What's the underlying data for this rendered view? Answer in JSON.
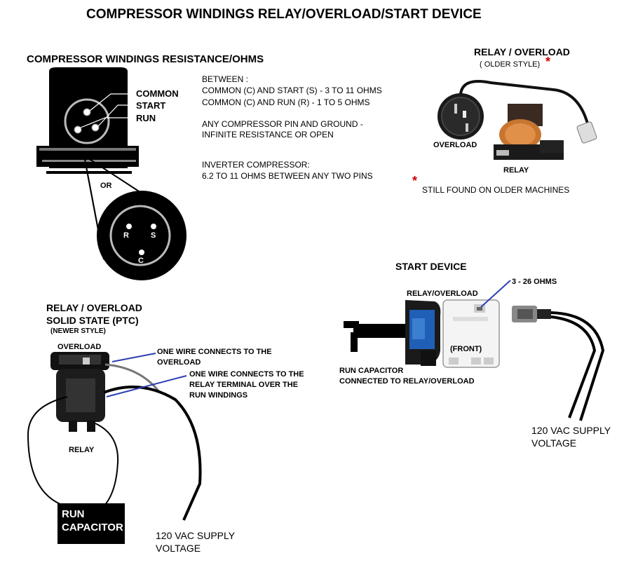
{
  "title": "COMPRESSOR WINDINGS  RELAY/OVERLOAD/START DEVICE",
  "windings": {
    "heading": "COMPRESSOR WINDINGS RESISTANCE/OHMS",
    "pin_labels": {
      "common": "COMMON",
      "start": "START",
      "run": "RUN"
    },
    "or_label": "OR",
    "zoom_pins": {
      "r": "R",
      "s": "S",
      "c": "C"
    },
    "between": "BETWEEN :",
    "spec_start": "COMMON (C) AND START (S) - 3 TO 11 OHMS",
    "spec_run": "COMMON (C) AND RUN (R) - 1 TO 5 OHMS",
    "ground_line1": "ANY COMPRESSOR PIN AND GROUND -",
    "ground_line2": "INFINITE RESISTANCE OR OPEN",
    "inverter_line1": "INVERTER COMPRESSOR:",
    "inverter_line2": "6.2 TO 11 OHMS BETWEEN ANY TWO PINS"
  },
  "old_relay": {
    "heading": "RELAY / OVERLOAD",
    "subheading": "( OLDER STYLE)",
    "star": "*",
    "overload_label": "OVERLOAD",
    "relay_label": "RELAY",
    "note": "STILL FOUND ON OLDER MACHINES"
  },
  "start_device": {
    "heading": "START DEVICE",
    "relay_overload_label": "RELAY/OVERLOAD",
    "ohms_label": "3 - 26 OHMS",
    "front_label": "(FRONT)",
    "run_cap_line1": "RUN CAPACITOR",
    "run_cap_line2": "CONNECTED  TO RELAY/OVERLOAD",
    "supply_line1": "120 VAC SUPPLY",
    "supply_line2": "VOLTAGE"
  },
  "ptc": {
    "heading_line1": "RELAY / OVERLOAD",
    "heading_line2": "SOLID STATE (PTC)",
    "subheading": "(NEWER STYLE)",
    "overload_label": "OVERLOAD",
    "wire1_line1": "ONE WIRE CONNECTS TO THE",
    "wire1_line2": "OVERLOAD",
    "wire2_line1": "ONE WIRE CONNECTS TO THE",
    "wire2_line2": "RELAY TERMINAL OVER THE",
    "wire2_line3": "RUN WINDINGS",
    "relay_label": "RELAY",
    "run_capacitor": "RUN\nCAPACITOR",
    "supply_line1": "120 VAC SUPPLY",
    "supply_line2": "VOLTAGE"
  }
}
